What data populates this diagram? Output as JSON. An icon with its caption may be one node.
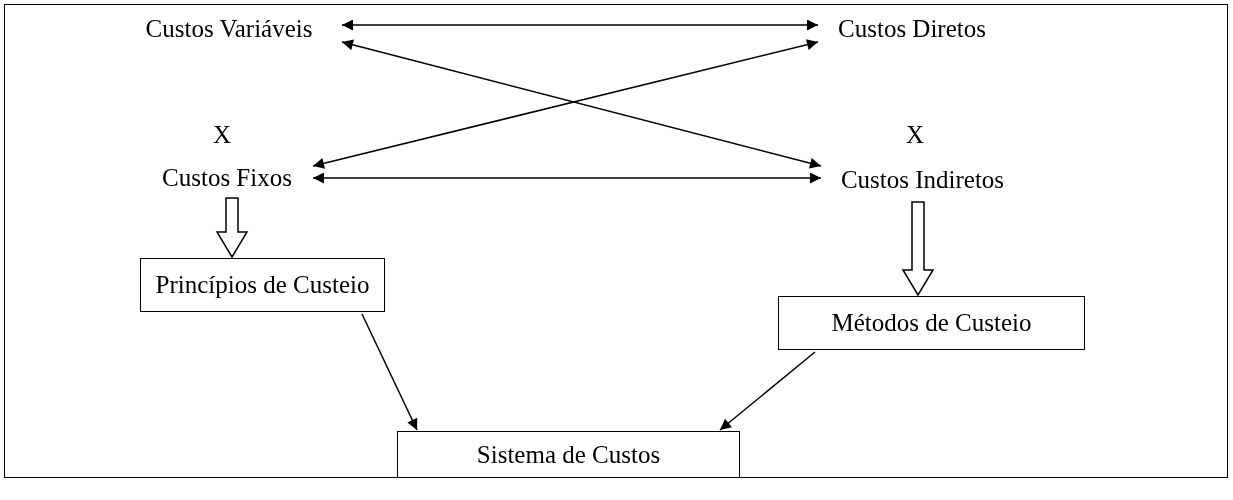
{
  "diagram": {
    "nodes": [
      {
        "text": [
          "Custos Variáveis"
        ]
      },
      {
        "text": [
          "Custos Fixos"
        ]
      },
      {
        "text": [
          "Custos Diretos"
        ]
      },
      {
        "text": [
          "Custos Indiretos"
        ]
      },
      {
        "text": [
          "Princípios de Custeio"
        ]
      },
      {
        "text": [
          "Métodos de Custeio"
        ]
      },
      {
        "text": [
          "Sistema de Custos"
        ]
      }
    ],
    "edges": [
      {
        "from": 0,
        "to": 2,
        "arrow": "both"
      },
      {
        "from": 0,
        "to": 3,
        "arrow": "both"
      },
      {
        "from": 1,
        "to": 2,
        "arrow": "both"
      },
      {
        "from": 1,
        "to": 3,
        "arrow": "both"
      },
      {
        "from": 1,
        "to": 4,
        "arrow": "to",
        "style": "thick"
      },
      {
        "from": 3,
        "to": 5,
        "arrow": "to",
        "style": "thick"
      },
      {
        "from": 4,
        "to": 6,
        "arrow": "to"
      },
      {
        "from": 5,
        "to": 6,
        "arrow": "to"
      }
    ],
    "labels": [
      "X",
      "X"
    ]
  }
}
